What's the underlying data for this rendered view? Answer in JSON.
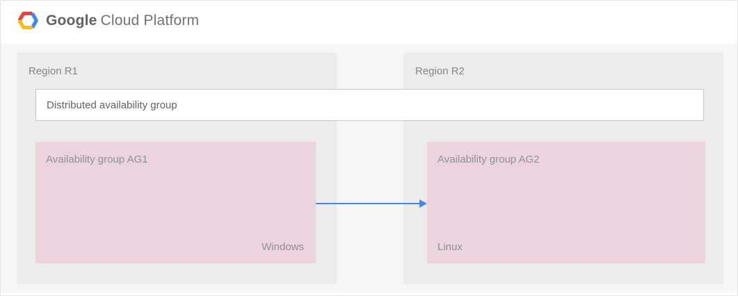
{
  "header": {
    "brand_google": "Google",
    "brand_rest": "Cloud Platform"
  },
  "diagram": {
    "regions": [
      {
        "label": "Region R1"
      },
      {
        "label": "Region R2"
      }
    ],
    "distributed_group": {
      "label": "Distributed availability group"
    },
    "availability_groups": [
      {
        "label": "Availability group AG1",
        "os": "Windows"
      },
      {
        "label": "Availability group AG2",
        "os": "Linux"
      }
    ],
    "connection": {
      "from": "Availability group AG1",
      "to": "Availability group AG2",
      "type": "arrow"
    },
    "colors": {
      "canvas_background": "#f6f6f6",
      "region_background": "#ececec",
      "availability_group_background": "#ecd3dd",
      "arrow_blue": "#4285f4",
      "logo_red": "#ea4335",
      "logo_blue": "#4285f4",
      "logo_yellow": "#fbbc05"
    }
  }
}
